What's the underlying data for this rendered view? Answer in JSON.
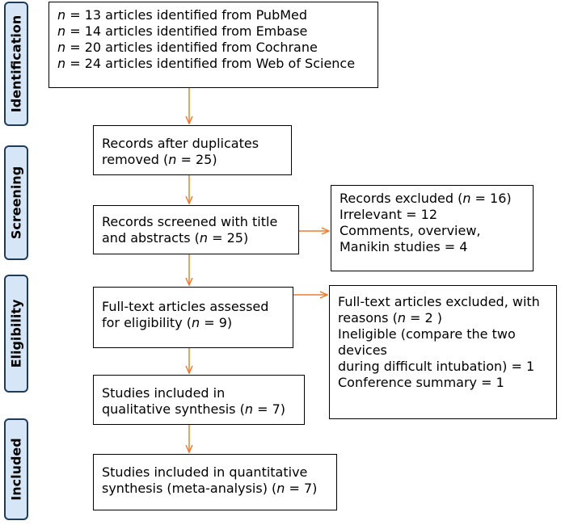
{
  "phases": [
    {
      "label": "Identification"
    },
    {
      "label": "Screening"
    },
    {
      "label": "Eligibility"
    },
    {
      "label": "Included"
    }
  ],
  "identification": {
    "lines": [
      {
        "n": "n",
        "text": " = 13 articles identified from PubMed"
      },
      {
        "n": "n",
        "text": " = 14 articles identified from Embase"
      },
      {
        "n": "n",
        "text": " = 20 articles identified from Cochrane"
      },
      {
        "n": "n",
        "text": " = 24 articles identified from Web of Science"
      }
    ]
  },
  "duplicates_removed": {
    "line1": "Records after duplicates",
    "line2_pre": "removed (",
    "n": "n",
    "line2_post": " = 25)"
  },
  "screened": {
    "line1": "Records screened with title",
    "line2_pre": "and abstracts (",
    "n": "n",
    "line2_post": " = 25)"
  },
  "excluded": {
    "line1_pre": "Records excluded (",
    "n": "n",
    "line1_post": " = 16)",
    "line2": "Irrelevant = 12",
    "line3": "Comments, overview,",
    "line4": "Manikin studies = 4"
  },
  "fulltext_assessed": {
    "line1": "Full-text articles assessed",
    "line2_pre": "for eligibility (",
    "n": "n",
    "line2_post": " = 9)"
  },
  "fulltext_excluded": {
    "line1": "Full-text articles excluded, with",
    "line2_pre": "reasons (",
    "n": "n",
    "line2_post": " = 2 )",
    "line3": "Ineligible (compare the two",
    "line4": "devices",
    "line5": "during difficult intubation) = 1",
    "line6": "Conference summary = 1"
  },
  "qualitative": {
    "line1": "Studies included in",
    "line2_pre": "qualitative synthesis (",
    "n": "n",
    "line2_post": " = 7)"
  },
  "quantitative": {
    "line1": "Studies included in quantitative",
    "line2_pre": "synthesis (meta-analysis) (",
    "n": "n",
    "line2_post": " = 7)"
  },
  "colors": {
    "arrow": "#ed7d31",
    "phase_fill": "#d6e6f6",
    "phase_border": "#1f3b5a"
  }
}
